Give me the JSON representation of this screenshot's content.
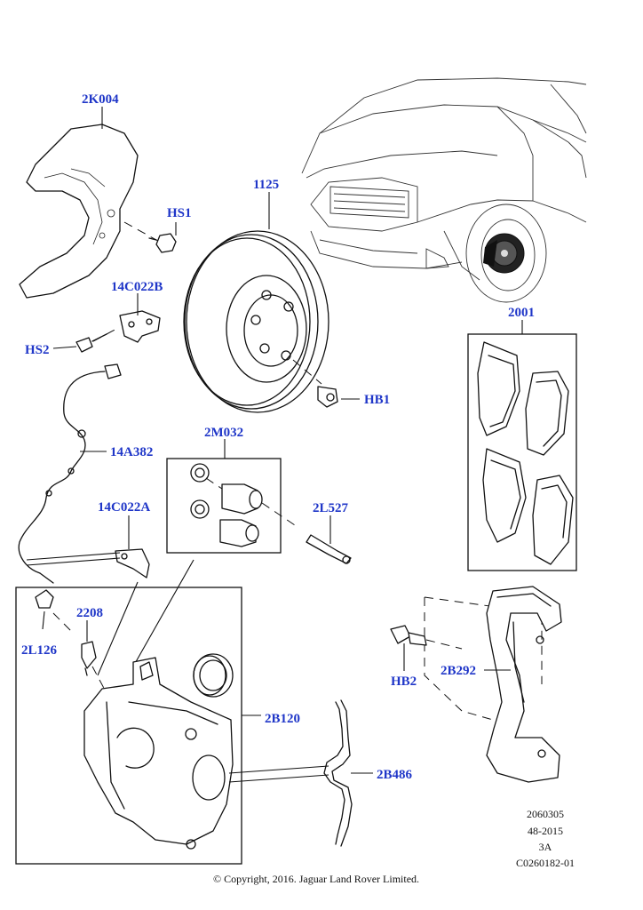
{
  "callouts": {
    "k2004": "2K004",
    "hs1": "HS1",
    "p1125": "1125",
    "c14022b": "14C022B",
    "hs2": "HS2",
    "p2001": "2001",
    "hb1": "HB1",
    "m2032": "2M032",
    "a14382": "14A382",
    "l2527": "2L527",
    "c14022a": "14C022A",
    "p2208": "2208",
    "l2126": "2L126",
    "hb2": "HB2",
    "b2292": "2B292",
    "b2120": "2B120",
    "b2486": "2B486"
  },
  "reference": {
    "line1": "2060305",
    "line2": "48-2015",
    "line3": "3A",
    "line4": "C0260182-01"
  },
  "copyright": "© Copyright, 2016. Jaguar Land Rover Limited."
}
